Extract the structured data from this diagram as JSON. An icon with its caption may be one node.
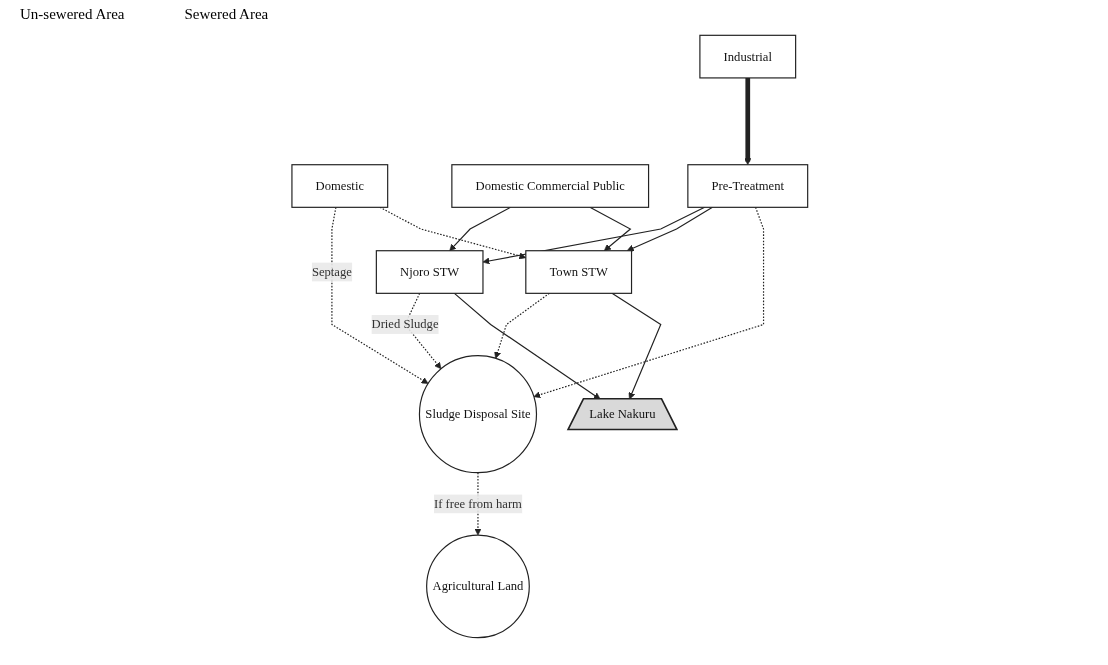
{
  "diagram": {
    "nodes": [
      {
        "text": [
          "Domestic"
        ]
      },
      {
        "text": [
          "Domestic Commercial Public"
        ]
      },
      {
        "text": [
          "Industrial"
        ]
      },
      {
        "text": [
          "Pre-Treatment"
        ]
      },
      {
        "text": [
          "Sludge Disposal Site"
        ]
      },
      {
        "text": [
          "Njoro STW"
        ]
      },
      {
        "text": [
          "Town STW"
        ]
      },
      {
        "text": [
          "Agricultural Land"
        ]
      },
      {
        "text": [
          "Lake Nakuru"
        ]
      }
    ],
    "edges": [
      {
        "from": 2,
        "to": 3,
        "arrow": "to",
        "style": "thick"
      },
      {
        "from": 1,
        "to": 5,
        "arrow": "to"
      },
      {
        "from": 1,
        "to": 6,
        "arrow": "to"
      },
      {
        "from": 3,
        "to": 5,
        "arrow": "to"
      },
      {
        "from": 3,
        "to": 6,
        "arrow": "to"
      },
      {
        "from": 3,
        "to": 4,
        "arrow": "to",
        "style": "dashed"
      },
      {
        "from": 0,
        "to": 4,
        "arrow": "to",
        "style": "dashed",
        "label": "Septage"
      },
      {
        "from": 0,
        "to": 6,
        "arrow": "to",
        "style": "dashed"
      },
      {
        "from": 5,
        "to": 4,
        "arrow": "to",
        "style": "dashed",
        "label": "Dried Sludge"
      },
      {
        "from": 6,
        "to": 4,
        "arrow": "to",
        "style": "dashed"
      },
      {
        "from": 4,
        "to": 7,
        "arrow": "to",
        "style": "dashed",
        "label": "If free from harm"
      },
      {
        "from": 5,
        "to": 8,
        "arrow": "to"
      },
      {
        "from": 6,
        "to": 8,
        "arrow": "to"
      }
    ],
    "labels": [
      "Un-sewered Area",
      "Sewered Area"
    ]
  }
}
